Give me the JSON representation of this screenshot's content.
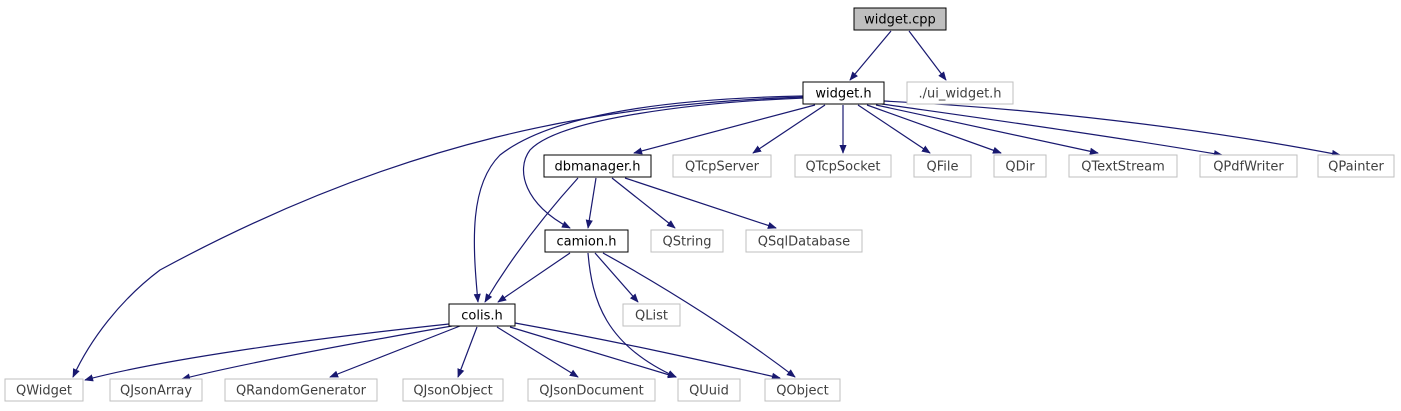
{
  "graph": {
    "nodes": {
      "widget_cpp": {
        "label": "widget.cpp",
        "kind": "root"
      },
      "widget_h": {
        "label": "widget.h",
        "kind": "doc"
      },
      "ui_widget_h": {
        "label": "./ui_widget.h",
        "kind": "ext"
      },
      "dbmanager_h": {
        "label": "dbmanager.h",
        "kind": "doc"
      },
      "QTcpServer": {
        "label": "QTcpServer",
        "kind": "ext"
      },
      "QTcpSocket": {
        "label": "QTcpSocket",
        "kind": "ext"
      },
      "QFile": {
        "label": "QFile",
        "kind": "ext"
      },
      "QDir": {
        "label": "QDir",
        "kind": "ext"
      },
      "QTextStream": {
        "label": "QTextStream",
        "kind": "ext"
      },
      "QPdfWriter": {
        "label": "QPdfWriter",
        "kind": "ext"
      },
      "QPainter": {
        "label": "QPainter",
        "kind": "ext"
      },
      "camion_h": {
        "label": "camion.h",
        "kind": "doc"
      },
      "QString": {
        "label": "QString",
        "kind": "ext"
      },
      "QSqlDatabase": {
        "label": "QSqlDatabase",
        "kind": "ext"
      },
      "colis_h": {
        "label": "colis.h",
        "kind": "doc"
      },
      "QList": {
        "label": "QList",
        "kind": "ext"
      },
      "QWidget": {
        "label": "QWidget",
        "kind": "ext"
      },
      "QJsonArray": {
        "label": "QJsonArray",
        "kind": "ext"
      },
      "QRandomGenerator": {
        "label": "QRandomGenerator",
        "kind": "ext"
      },
      "QJsonObject": {
        "label": "QJsonObject",
        "kind": "ext"
      },
      "QJsonDocument": {
        "label": "QJsonDocument",
        "kind": "ext"
      },
      "QUuid": {
        "label": "QUuid",
        "kind": "ext"
      },
      "QObject": {
        "label": "QObject",
        "kind": "ext"
      }
    },
    "edges": [
      [
        "widget_cpp",
        "widget_h"
      ],
      [
        "widget_cpp",
        "ui_widget_h"
      ],
      [
        "widget_h",
        "dbmanager_h"
      ],
      [
        "widget_h",
        "QTcpServer"
      ],
      [
        "widget_h",
        "QTcpSocket"
      ],
      [
        "widget_h",
        "QFile"
      ],
      [
        "widget_h",
        "QDir"
      ],
      [
        "widget_h",
        "QTextStream"
      ],
      [
        "widget_h",
        "QPdfWriter"
      ],
      [
        "widget_h",
        "QPainter"
      ],
      [
        "widget_h",
        "QWidget"
      ],
      [
        "widget_h",
        "colis_h"
      ],
      [
        "widget_h",
        "camion_h"
      ],
      [
        "dbmanager_h",
        "camion_h"
      ],
      [
        "dbmanager_h",
        "QString"
      ],
      [
        "dbmanager_h",
        "QSqlDatabase"
      ],
      [
        "dbmanager_h",
        "colis_h"
      ],
      [
        "camion_h",
        "colis_h"
      ],
      [
        "camion_h",
        "QList"
      ],
      [
        "camion_h",
        "QUuid"
      ],
      [
        "camion_h",
        "QObject"
      ],
      [
        "colis_h",
        "QWidget"
      ],
      [
        "colis_h",
        "QJsonArray"
      ],
      [
        "colis_h",
        "QRandomGenerator"
      ],
      [
        "colis_h",
        "QJsonObject"
      ],
      [
        "colis_h",
        "QJsonDocument"
      ],
      [
        "colis_h",
        "QUuid"
      ],
      [
        "colis_h",
        "QObject"
      ]
    ],
    "colors": {
      "edge": "#191970",
      "root_fill": "#bfbfbf",
      "doc_border": "#000000",
      "ext_border": "#bfbfbf",
      "ext_text": "#404040"
    }
  }
}
